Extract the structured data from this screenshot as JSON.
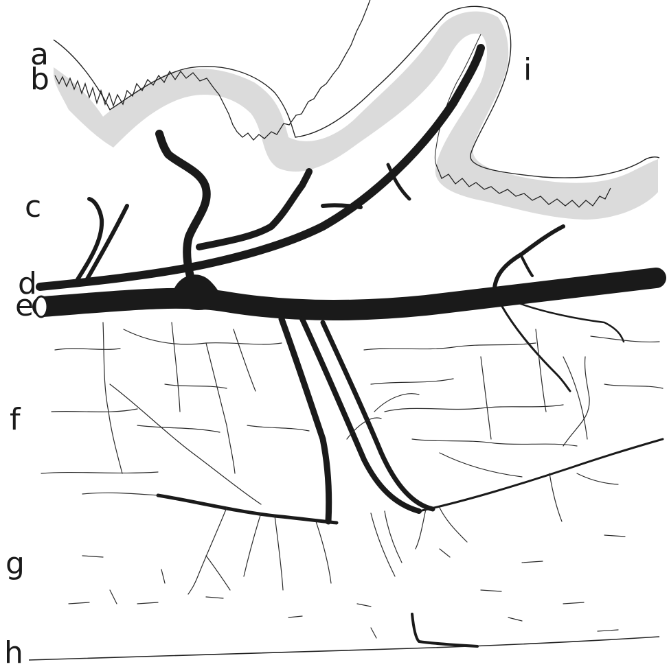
{
  "labels": {
    "a": "a",
    "b": "b",
    "c": "c",
    "d": "d",
    "e": "e",
    "f": "f",
    "g": "g",
    "h": "h",
    "i": "i"
  },
  "colors": {
    "ink": "#1a1a1a",
    "mucosa_stipple": "#bdbdbd",
    "paper": "#ffffff"
  }
}
